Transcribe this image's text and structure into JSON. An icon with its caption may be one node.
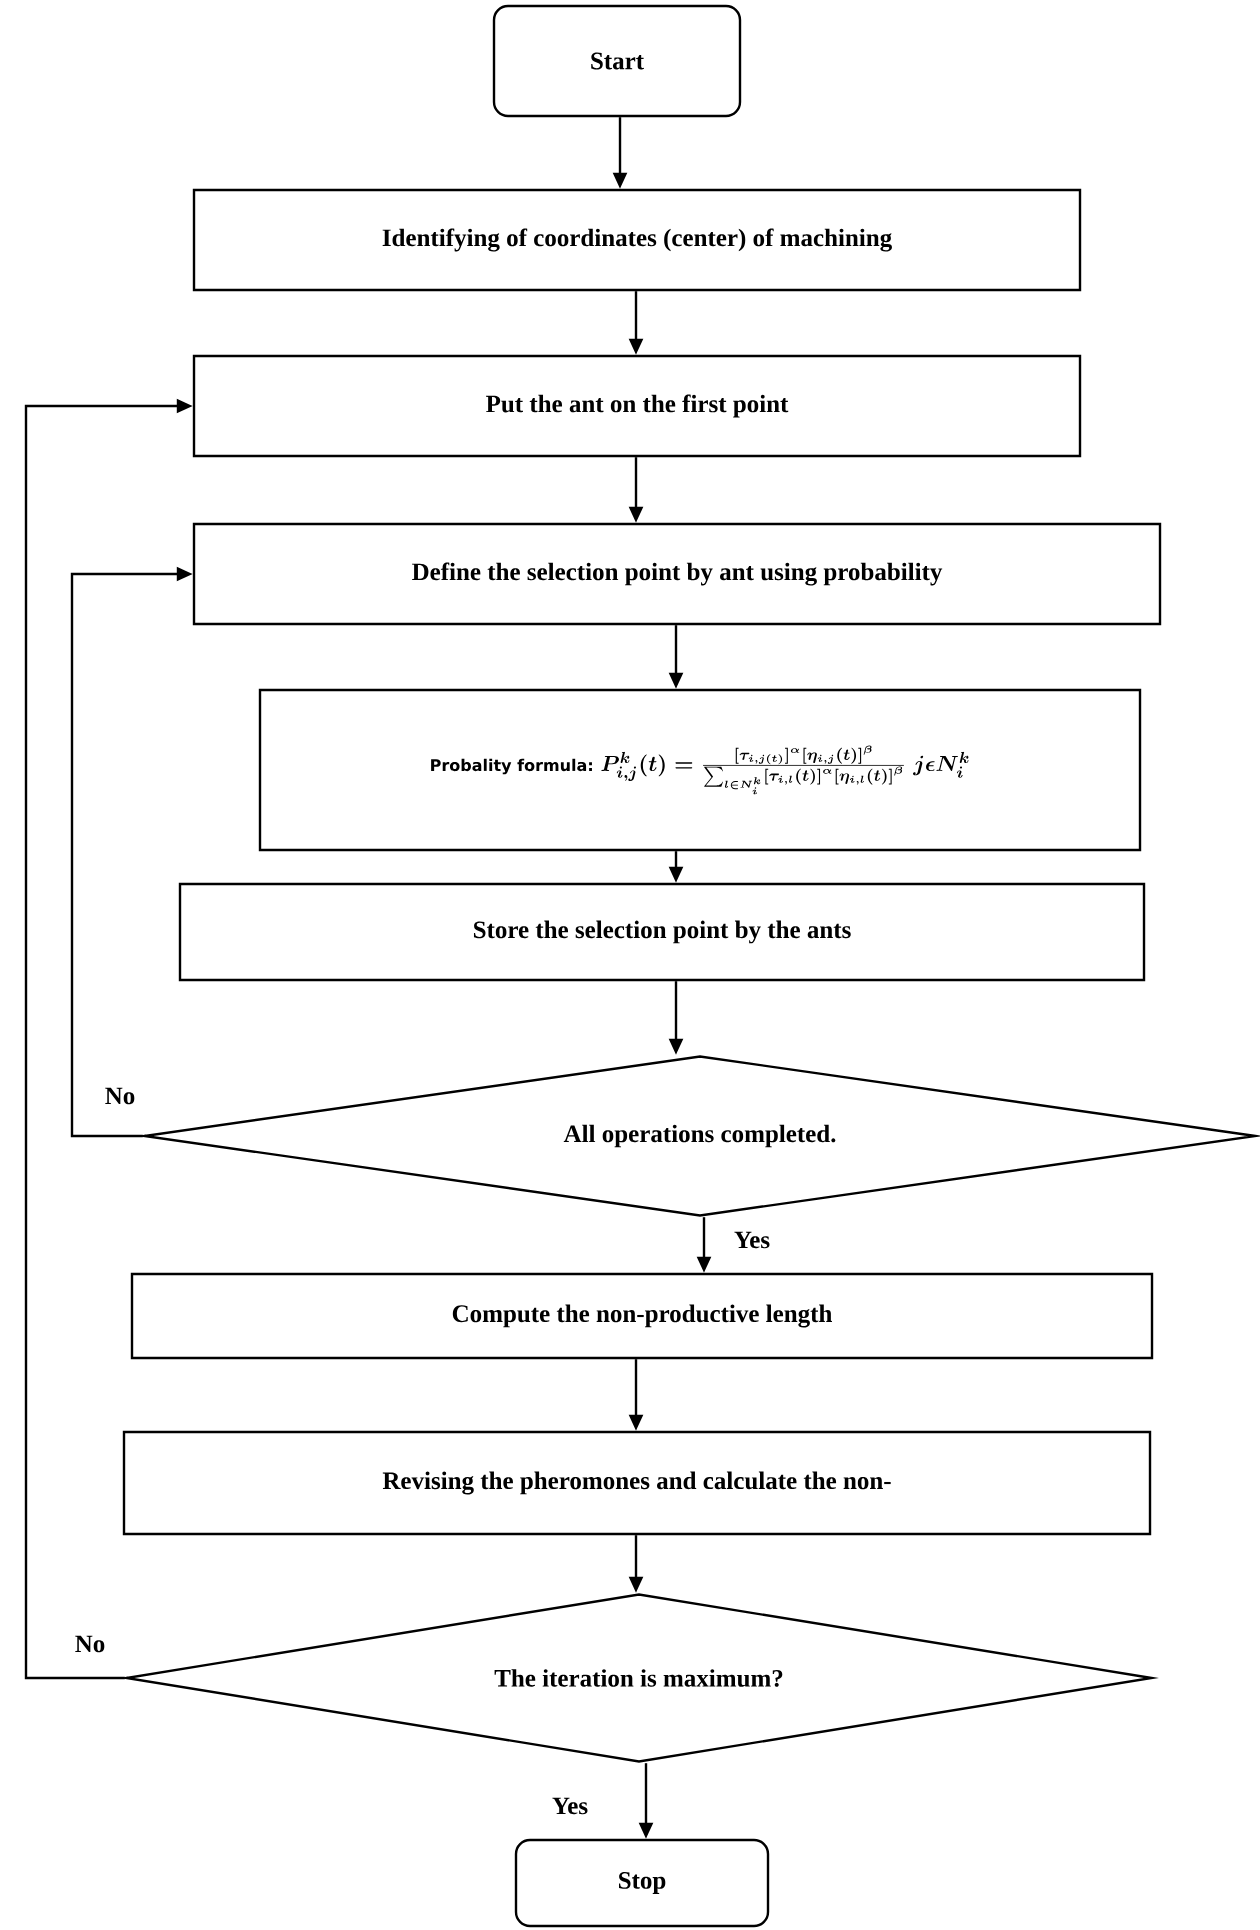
{
  "diagram": {
    "nodes": [
      {
        "text": [
          "Start"
        ]
      },
      {
        "text": [
          "Identifying of coordinates (center) of machining"
        ]
      },
      {
        "text": [
          "Put the ant on the first point"
        ]
      },
      {
        "text": [
          "Define the selection point by ant using probability"
        ]
      },
      {
        "text": [
          "Probality formula:",
          "P^{k}_{i,j}(t)=\\frac{\\left[\\tau_{i,j(t)}\\right]^{\\alpha}\\left[\\eta_{i,j}(t)\\right]^{\\beta}}{\\sum_{l\\in N_i^k}\\left[\\tau_{i,l}(t)\\right]^{\\alpha}\\left[\\eta_{i,l}(t)\\right]^{\\beta}}\\; j\\epsilon N^{k}_{i}"
        ]
      },
      {
        "text": [
          "Store the selection point by the ants"
        ]
      },
      {
        "text": [
          "All operations completed."
        ]
      },
      {
        "text": [
          "Compute the non-productive length"
        ]
      },
      {
        "text": [
          "Revising the pheromones and calculate the non-"
        ]
      },
      {
        "text": [
          "The iteration is maximum?"
        ]
      },
      {
        "text": [
          "Stop"
        ]
      }
    ],
    "edges": [
      {
        "from": 0,
        "to": 1,
        "arrow": "to"
      },
      {
        "from": 1,
        "to": 2,
        "arrow": "to"
      },
      {
        "from": 2,
        "to": 3,
        "arrow": "to"
      },
      {
        "from": 3,
        "to": 4,
        "arrow": "to"
      },
      {
        "from": 4,
        "to": 5,
        "arrow": "to"
      },
      {
        "from": 5,
        "to": 6,
        "arrow": "to"
      },
      {
        "from": 6,
        "to": 7,
        "arrow": "to",
        "label": "Yes"
      },
      {
        "from": 6,
        "to": 3,
        "arrow": "to",
        "label": "No"
      },
      {
        "from": 7,
        "to": 8,
        "arrow": "to"
      },
      {
        "from": 8,
        "to": 9,
        "arrow": "to"
      },
      {
        "from": 9,
        "to": 10,
        "arrow": "to",
        "label": "Yes"
      },
      {
        "from": 9,
        "to": 2,
        "arrow": "to",
        "label": "No"
      }
    ]
  }
}
